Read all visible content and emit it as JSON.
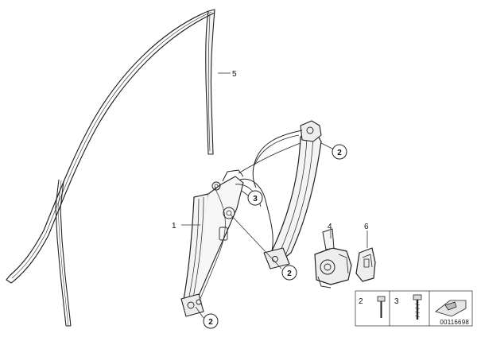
{
  "diagram": {
    "callouts": {
      "part_1": "1",
      "part_2_top": "2",
      "part_2_mid": "2",
      "part_2_bottom": "2",
      "part_3": "3",
      "part_4": "4",
      "part_5": "5",
      "part_6": "6"
    },
    "legend": {
      "item_a": "2",
      "item_b": "3"
    },
    "part_number": "00116698"
  }
}
